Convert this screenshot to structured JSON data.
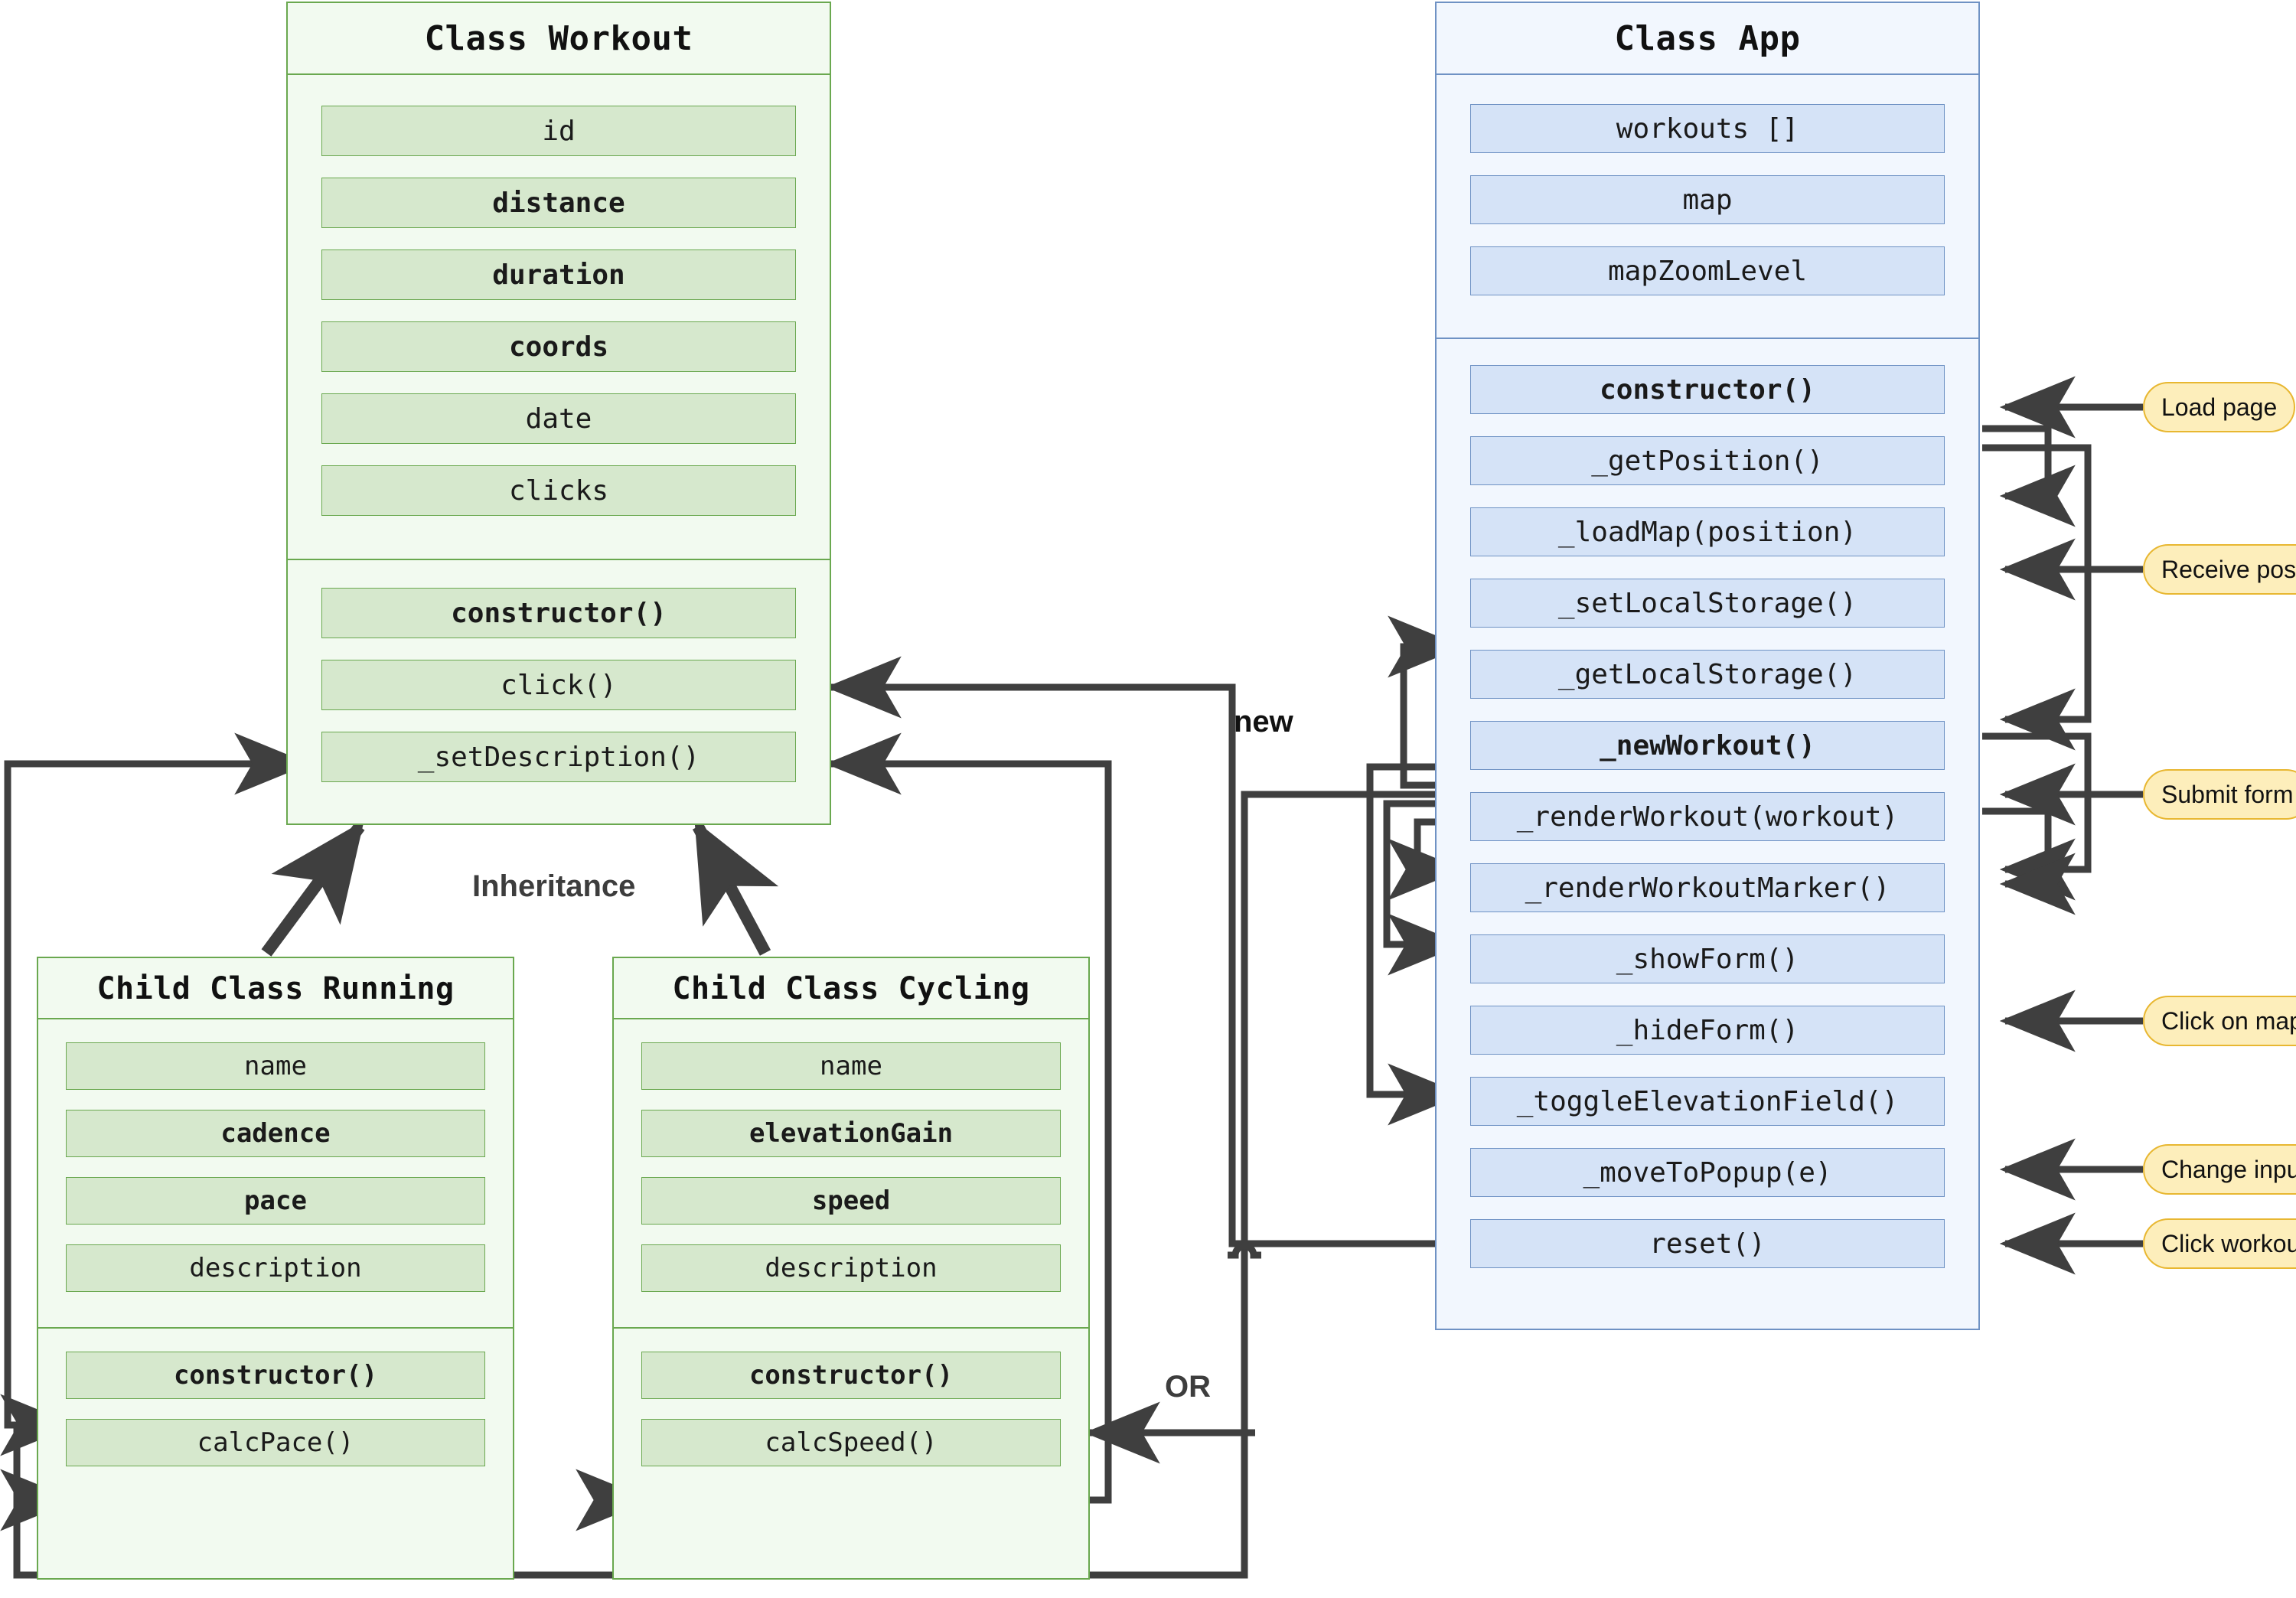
{
  "diagram": {
    "title_labels": {
      "inheritance": "Inheritance",
      "new": "new",
      "or": "OR"
    },
    "colors": {
      "green_fill": "#f2faf0",
      "green_row": "#d6e8cd",
      "green_border": "#6aa84f",
      "blue_fill": "#f2f7fe",
      "blue_row": "#d5e3f7",
      "blue_border": "#6f92c4",
      "badge_fill": "#fdeebb",
      "badge_border": "#e8b731",
      "arrow": "#3f3f3f"
    }
  },
  "workout": {
    "title": "Class Workout",
    "fields": [
      {
        "label": "id",
        "bold": false
      },
      {
        "label": "distance",
        "bold": true
      },
      {
        "label": "duration",
        "bold": true
      },
      {
        "label": "coords",
        "bold": true
      },
      {
        "label": "date",
        "bold": false
      },
      {
        "label": "clicks",
        "bold": false
      }
    ],
    "methods": [
      {
        "label": "constructor()",
        "bold": true
      },
      {
        "label": "click()",
        "bold": false
      },
      {
        "label": "_setDescription()",
        "bold": false
      }
    ]
  },
  "running": {
    "title": "Child Class Running",
    "fields": [
      {
        "label": "name",
        "bold": false
      },
      {
        "label": "cadence",
        "bold": true
      },
      {
        "label": "pace",
        "bold": true
      },
      {
        "label": "description",
        "bold": false
      }
    ],
    "methods": [
      {
        "label": "constructor()",
        "bold": true
      },
      {
        "label": "calcPace()",
        "bold": false
      }
    ]
  },
  "cycling": {
    "title": "Child Class Cycling",
    "fields": [
      {
        "label": "name",
        "bold": false
      },
      {
        "label": "elevationGain",
        "bold": true
      },
      {
        "label": "speed",
        "bold": true
      },
      {
        "label": "description",
        "bold": false
      }
    ],
    "methods": [
      {
        "label": "constructor()",
        "bold": true
      },
      {
        "label": "calcSpeed()",
        "bold": false
      }
    ]
  },
  "app": {
    "title": "Class App",
    "fields": [
      {
        "label": "workouts []",
        "bold": false
      },
      {
        "label": "map",
        "bold": false
      },
      {
        "label": "mapZoomLevel",
        "bold": false
      }
    ],
    "methods": [
      {
        "label": "constructor()",
        "bold": true
      },
      {
        "label": "_getPosition()",
        "bold": false
      },
      {
        "label": "_loadMap(position)",
        "bold": false
      },
      {
        "label": "_setLocalStorage()",
        "bold": false
      },
      {
        "label": "_getLocalStorage()",
        "bold": false
      },
      {
        "label": "_newWorkout()",
        "bold": true
      },
      {
        "label": "_renderWorkout(workout)",
        "bold": false
      },
      {
        "label": "_renderWorkoutMarker()",
        "bold": false
      },
      {
        "label": "_showForm()",
        "bold": false
      },
      {
        "label": "_hideForm()",
        "bold": false
      },
      {
        "label": "_toggleElevationField()",
        "bold": false
      },
      {
        "label": "_moveToPopup(e)",
        "bold": false
      },
      {
        "label": "reset()",
        "bold": false
      }
    ]
  },
  "events": [
    {
      "label": "Load page",
      "target": "constructor()"
    },
    {
      "label": "Receive position",
      "target": "_loadMap(position)"
    },
    {
      "label": "Submit form",
      "target": "_newWorkout()"
    },
    {
      "label": "Click on map",
      "target": "_showForm()"
    },
    {
      "label": "Change input",
      "target": "_toggleElevationField()"
    },
    {
      "label": "Click workout",
      "target": "_moveToPopup(e)"
    }
  ]
}
